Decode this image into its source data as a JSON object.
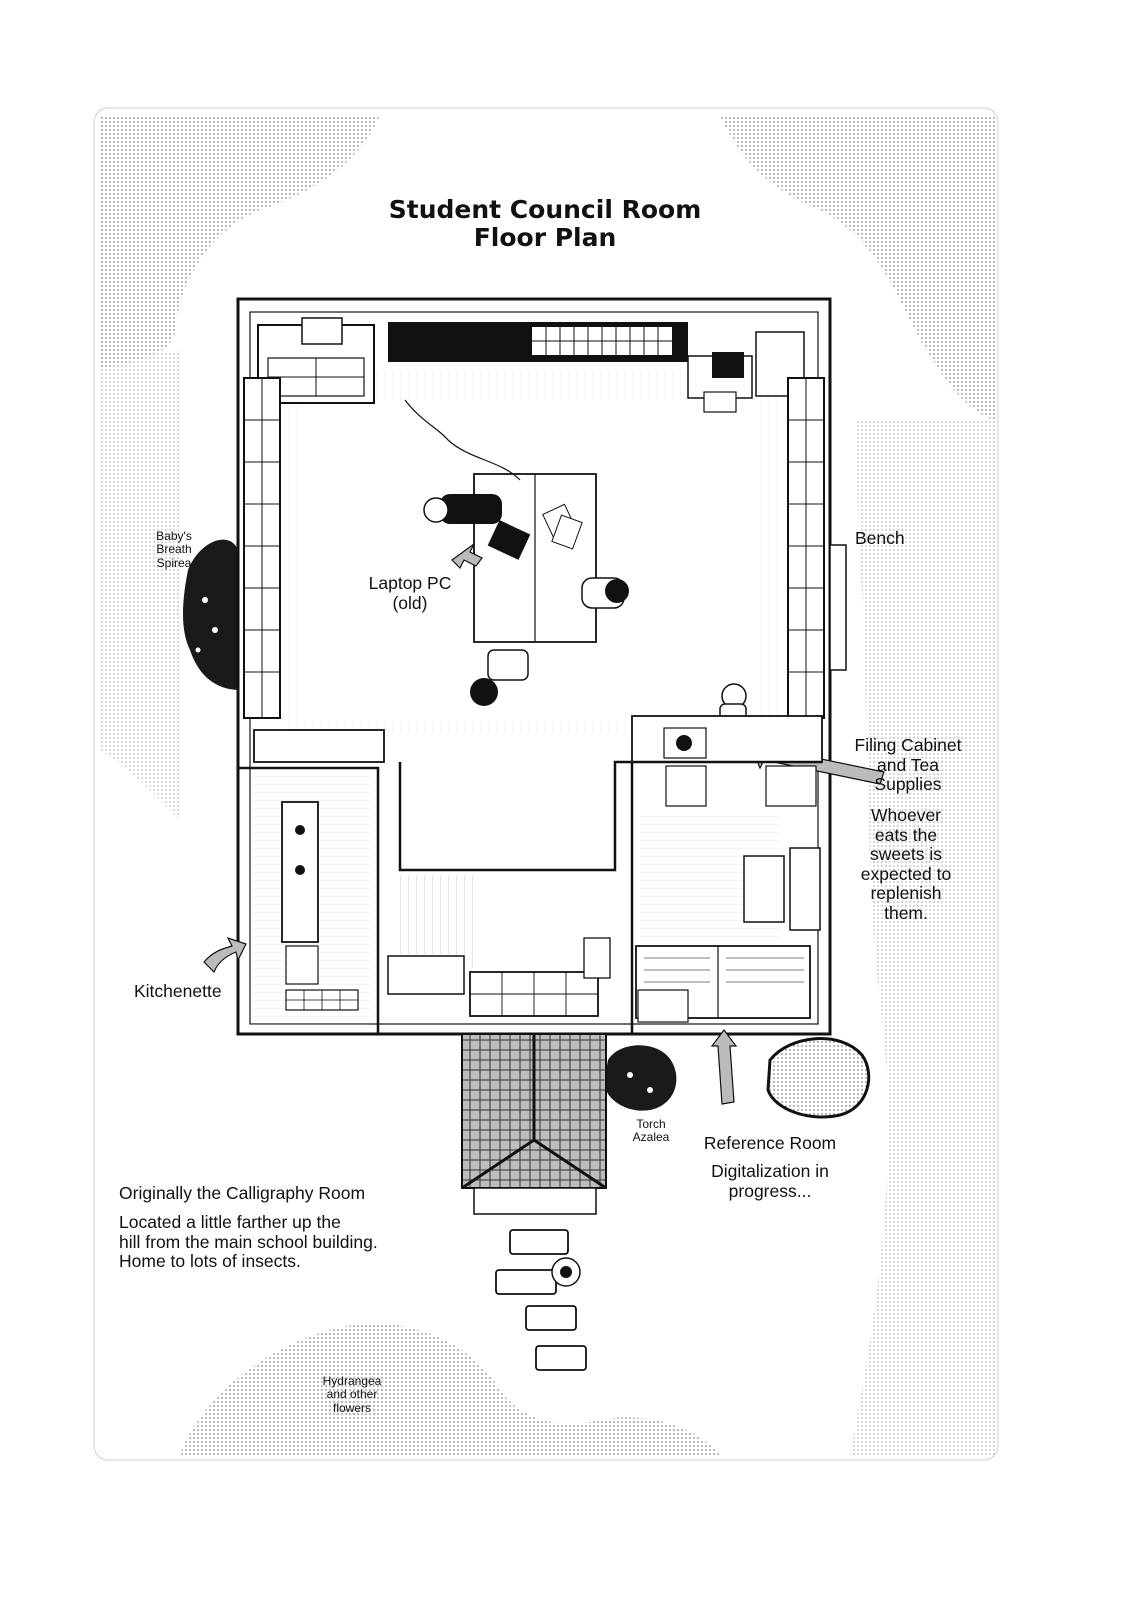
{
  "title": {
    "line1": "Student Council Room",
    "line2": "Floor Plan"
  },
  "labels": {
    "babys_breath": [
      "Baby's",
      "Breath",
      "Spirea"
    ],
    "laptop": [
      "Laptop PC",
      "(old)"
    ],
    "bench": "Bench",
    "filing_cabinet": [
      "Filing Cabinet",
      "and Tea",
      "Supplies"
    ],
    "sweets_note": [
      "Whoever",
      "eats the",
      "sweets is",
      "expected to",
      "replenish",
      "them."
    ],
    "kitchenette": "Kitchenette",
    "torch_azalea": [
      "Torch",
      "Azalea"
    ],
    "reference_room": "Reference Room",
    "digitalization": [
      "Digitalization in",
      "progress..."
    ],
    "originally": "Originally the Calligraphy Room",
    "located": [
      "Located a little farther up the",
      "hill from the main school building.",
      "Home to lots of insects."
    ],
    "hydrangea": [
      "Hydrangea",
      "and other",
      "flowers"
    ]
  },
  "colors": {
    "ink": "#111111",
    "screentone": "#d6d6d6",
    "floor": "#ffffff",
    "shrub": "#1a1a1a"
  }
}
